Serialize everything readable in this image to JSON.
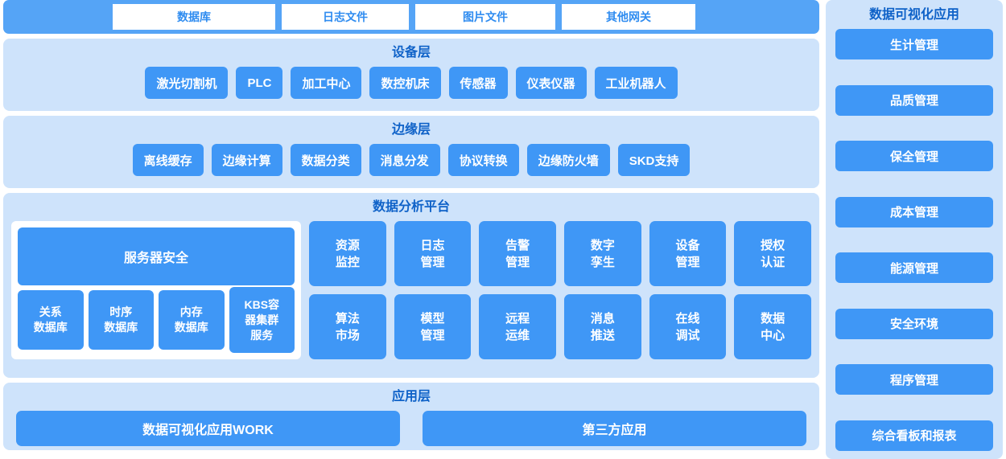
{
  "gateway_bar": {
    "items": [
      {
        "label": "数据库"
      },
      {
        "label": "日志文件"
      },
      {
        "label": "图片文件"
      },
      {
        "label": "其他网关"
      }
    ]
  },
  "device_layer": {
    "title": "设备层",
    "items": [
      {
        "label": "激光切割机"
      },
      {
        "label": "PLC"
      },
      {
        "label": "加工中心"
      },
      {
        "label": "数控机床"
      },
      {
        "label": "传感器"
      },
      {
        "label": "仪表仪器"
      },
      {
        "label": "工业机器人"
      }
    ]
  },
  "edge_layer": {
    "title": "边缘层",
    "items": [
      {
        "label": "离线缓存"
      },
      {
        "label": "边缘计算"
      },
      {
        "label": "数据分类"
      },
      {
        "label": "消息分发"
      },
      {
        "label": "协议转换"
      },
      {
        "label": "边缘防火墙"
      },
      {
        "label": "SKD支持"
      }
    ]
  },
  "platform_layer": {
    "title": "数据分析平台",
    "security": {
      "main_label": "服务器安全",
      "databases": [
        {
          "line1": "关系",
          "line2": "数据库"
        },
        {
          "line1": "时序",
          "line2": "数据库"
        },
        {
          "line1": "内存",
          "line2": "数据库"
        },
        {
          "line1": "KBS容",
          "line2": "器集群",
          "line3": "服务"
        }
      ]
    },
    "modules": [
      {
        "line1": "资源",
        "line2": "监控"
      },
      {
        "line1": "日志",
        "line2": "管理"
      },
      {
        "line1": "告警",
        "line2": "管理"
      },
      {
        "line1": "数字",
        "line2": "孪生"
      },
      {
        "line1": "设备",
        "line2": "管理"
      },
      {
        "line1": "授权",
        "line2": "认证"
      },
      {
        "line1": "算法",
        "line2": "市场"
      },
      {
        "line1": "模型",
        "line2": "管理"
      },
      {
        "line1": "远程",
        "line2": "运维"
      },
      {
        "line1": "消息",
        "line2": "推送"
      },
      {
        "line1": "在线",
        "line2": "调试"
      },
      {
        "line1": "数据",
        "line2": "中心"
      }
    ]
  },
  "application_layer": {
    "title": "应用层",
    "items": [
      {
        "label": "数据可视化应用WORK"
      },
      {
        "label": "第三方应用"
      }
    ]
  },
  "sidebar": {
    "title": "数据可视化应用",
    "items": [
      {
        "label": "生计管理"
      },
      {
        "label": "品质管理"
      },
      {
        "label": "保全管理"
      },
      {
        "label": "成本管理"
      },
      {
        "label": "能源管理"
      },
      {
        "label": "安全环境"
      },
      {
        "label": "程序管理"
      },
      {
        "label": "综合看板和报表"
      }
    ]
  },
  "colors": {
    "panel_bg": "#cee3fb",
    "chip_blue": "#3f97f6",
    "bar_blue": "#55a4f6",
    "title_blue": "#0f62c8",
    "white": "#ffffff"
  }
}
